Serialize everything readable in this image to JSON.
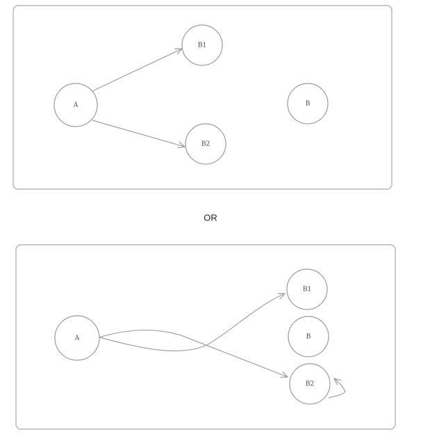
{
  "separator_label": "OR",
  "diagram_top": {
    "nodes": {
      "a": "A",
      "b1": "B1",
      "b2": "B2",
      "b": "B"
    },
    "edges": [
      {
        "from": "A",
        "to": "B1"
      },
      {
        "from": "A",
        "to": "B2"
      }
    ]
  },
  "diagram_bottom": {
    "nodes": {
      "a": "A",
      "b1": "B1",
      "b": "B",
      "b2": "B2"
    },
    "edges": [
      {
        "from": "A",
        "to": "B1"
      },
      {
        "from": "A",
        "to": "B2"
      },
      {
        "from": "B2",
        "to": "B2"
      }
    ]
  }
}
